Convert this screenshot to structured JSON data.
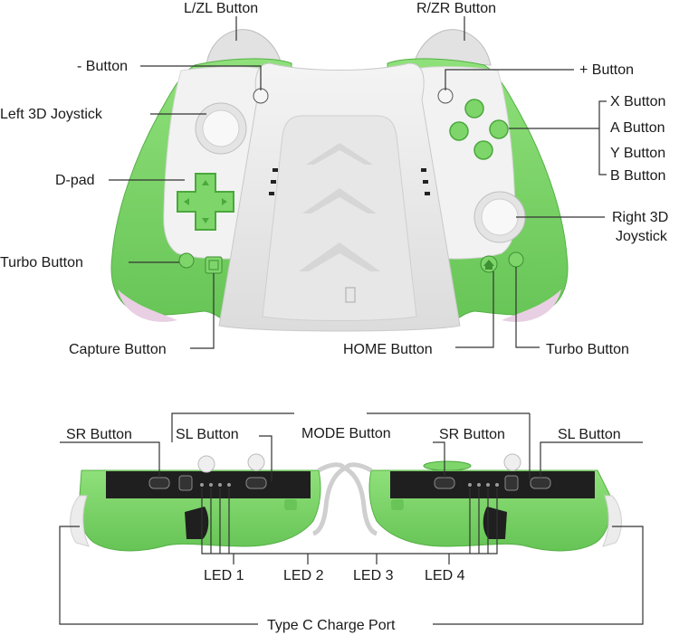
{
  "colors": {
    "body_green": "#7ed66b",
    "green_dark": "#4aa83c",
    "grip_gray": "#ececec",
    "panel_white": "#f1f1f1",
    "button_black": "#222222",
    "line": "#333333"
  },
  "top_labels": {
    "lzl": "L/ZL Button",
    "rzr": "R/ZR Button",
    "minus": "- Button",
    "plus": "+ Button",
    "left_joy": "Left 3D Joystick",
    "x": "X Button",
    "a": "A Button",
    "y": "Y Button",
    "b": "B Button",
    "dpad": "D-pad",
    "right_joy_1": "Right 3D",
    "right_joy_2": "Joystick",
    "turbo_left": "Turbo Button",
    "capture": "Capture Button",
    "home": "HOME Button",
    "turbo_right": "Turbo Button"
  },
  "bottom_labels": {
    "sr_left": "SR Button",
    "sl_left": "SL Button",
    "mode": "MODE Button",
    "sr_right": "SR Button",
    "sl_right": "SL Button",
    "led1": "LED 1",
    "led2": "LED 2",
    "led3": "LED 3",
    "led4": "LED 4",
    "typec": "Type C Charge Port"
  }
}
